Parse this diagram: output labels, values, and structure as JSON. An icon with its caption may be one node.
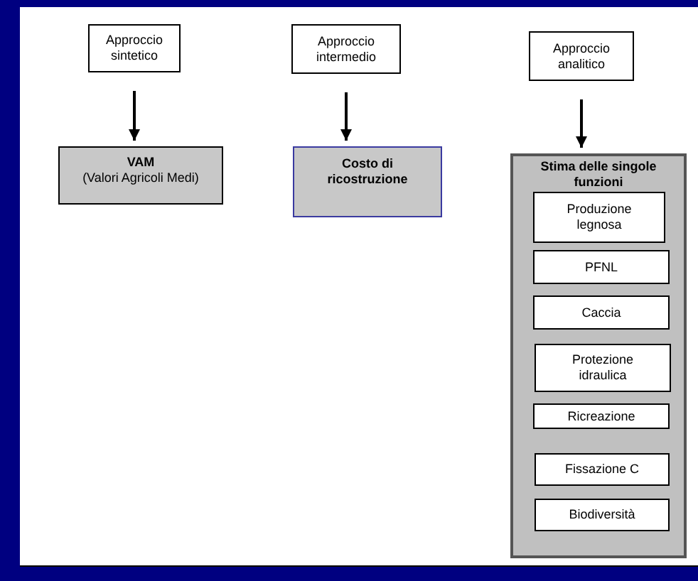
{
  "diagram": {
    "nodes": [
      {
        "text": [
          "Approccio sintetico"
        ]
      },
      {
        "text": [
          "Approccio intermedio"
        ]
      },
      {
        "text": [
          "Approccio analitico"
        ]
      },
      {
        "text": [
          "VAM",
          "(Valori Agricoli Medi)"
        ]
      },
      {
        "text": [
          "Costo di ricostruzione"
        ]
      },
      {
        "text": [
          "Stima delle singole funzioni"
        ]
      },
      {
        "text": [
          "Produzione legnosa"
        ],
        "in": 5
      },
      {
        "text": [
          "PFNL"
        ],
        "in": 5
      },
      {
        "text": [
          "Caccia"
        ],
        "in": 5
      },
      {
        "text": [
          "Protezione idraulica"
        ],
        "in": 5
      },
      {
        "text": [
          "Ricreazione"
        ],
        "in": 5
      },
      {
        "text": [
          "Fissazione C"
        ],
        "in": 5
      },
      {
        "text": [
          "Biodiversità"
        ],
        "in": 5
      }
    ],
    "edges": [
      {
        "from": 0,
        "to": 3,
        "arrow": "to"
      },
      {
        "from": 1,
        "to": 4,
        "arrow": "to"
      },
      {
        "from": 2,
        "to": 5,
        "arrow": "to"
      }
    ]
  }
}
